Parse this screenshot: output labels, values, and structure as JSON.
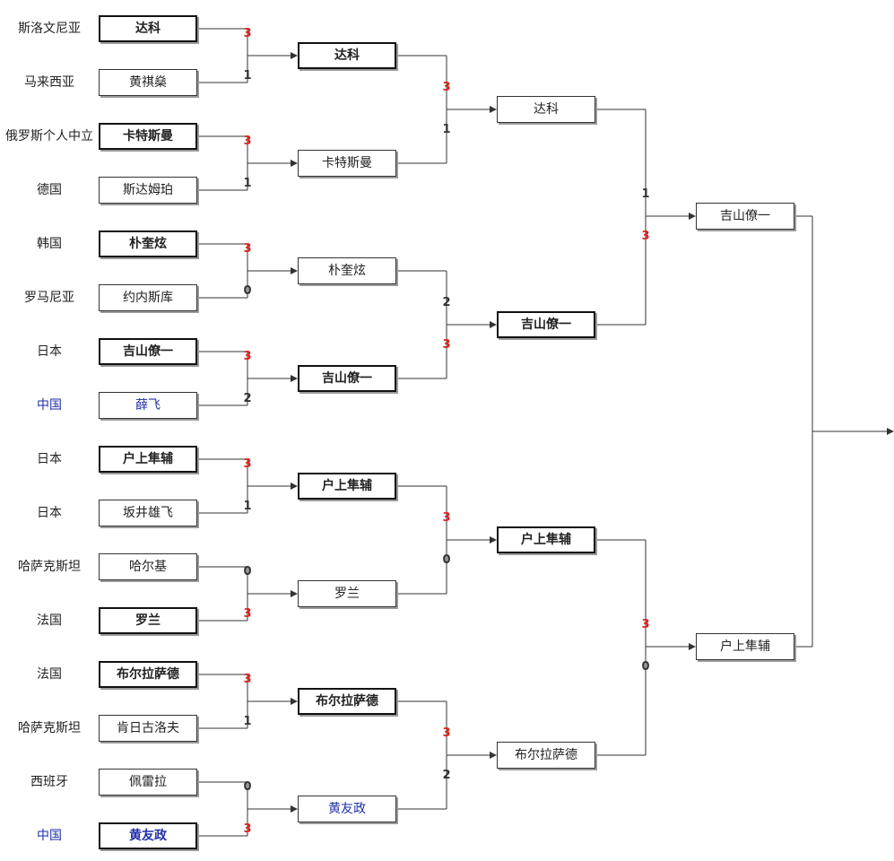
{
  "colors": {
    "winner_score": "#e0201b",
    "loser_score": "#333333",
    "china": "#1f2fa8",
    "line": "#333333"
  },
  "round1": [
    {
      "country": "斯洛文尼亚",
      "player": "达科",
      "winner": true,
      "score": "3",
      "china": false
    },
    {
      "country": "马来西亚",
      "player": "黄祺燊",
      "winner": false,
      "score": "1",
      "china": false
    },
    {
      "country": "俄罗斯个人中立",
      "player": "卡特斯曼",
      "winner": true,
      "score": "3",
      "china": false
    },
    {
      "country": "德国",
      "player": "斯达姆珀",
      "winner": false,
      "score": "1",
      "china": false
    },
    {
      "country": "韩国",
      "player": "朴奎炫",
      "winner": true,
      "score": "3",
      "china": false
    },
    {
      "country": "罗马尼亚",
      "player": "约内斯库",
      "winner": false,
      "score": "0",
      "china": false
    },
    {
      "country": "日本",
      "player": "吉山僚一",
      "winner": true,
      "score": "3",
      "china": false
    },
    {
      "country": "中国",
      "player": "薛飞",
      "winner": false,
      "score": "2",
      "china": true
    },
    {
      "country": "日本",
      "player": "户上隼辅",
      "winner": true,
      "score": "3",
      "china": false
    },
    {
      "country": "日本",
      "player": "坂井雄飞",
      "winner": false,
      "score": "1",
      "china": false
    },
    {
      "country": "哈萨克斯坦",
      "player": "哈尔基",
      "winner": false,
      "score": "0",
      "china": false
    },
    {
      "country": "法国",
      "player": "罗兰",
      "winner": true,
      "score": "3",
      "china": false
    },
    {
      "country": "法国",
      "player": "布尔拉萨德",
      "winner": true,
      "score": "3",
      "china": false
    },
    {
      "country": "哈萨克斯坦",
      "player": "肯日古洛夫",
      "winner": false,
      "score": "1",
      "china": false
    },
    {
      "country": "西班牙",
      "player": "佩雷拉",
      "winner": false,
      "score": "0",
      "china": false
    },
    {
      "country": "中国",
      "player": "黄友政",
      "winner": true,
      "score": "3",
      "china": true
    }
  ],
  "round2": [
    {
      "player": "达科",
      "winner": true,
      "score": "3",
      "china": false
    },
    {
      "player": "卡特斯曼",
      "winner": false,
      "score": "1",
      "china": false
    },
    {
      "player": "朴奎炫",
      "winner": false,
      "score": "2",
      "china": false
    },
    {
      "player": "吉山僚一",
      "winner": true,
      "score": "3",
      "china": false
    },
    {
      "player": "户上隼辅",
      "winner": true,
      "score": "3",
      "china": false
    },
    {
      "player": "罗兰",
      "winner": false,
      "score": "0",
      "china": false
    },
    {
      "player": "布尔拉萨德",
      "winner": true,
      "score": "3",
      "china": false
    },
    {
      "player": "黄友政",
      "winner": false,
      "score": "2",
      "china": true
    }
  ],
  "round3": [
    {
      "player": "达科",
      "winner": false,
      "score": "1",
      "china": false
    },
    {
      "player": "吉山僚一",
      "winner": true,
      "score": "3",
      "china": false
    },
    {
      "player": "户上隼辅",
      "winner": true,
      "score": "3",
      "china": false
    },
    {
      "player": "布尔拉萨德",
      "winner": false,
      "score": "0",
      "china": false
    }
  ],
  "round4": [
    {
      "player": "吉山僚一",
      "winner": false,
      "china": false
    },
    {
      "player": "户上隼辅",
      "winner": false,
      "china": false
    }
  ]
}
